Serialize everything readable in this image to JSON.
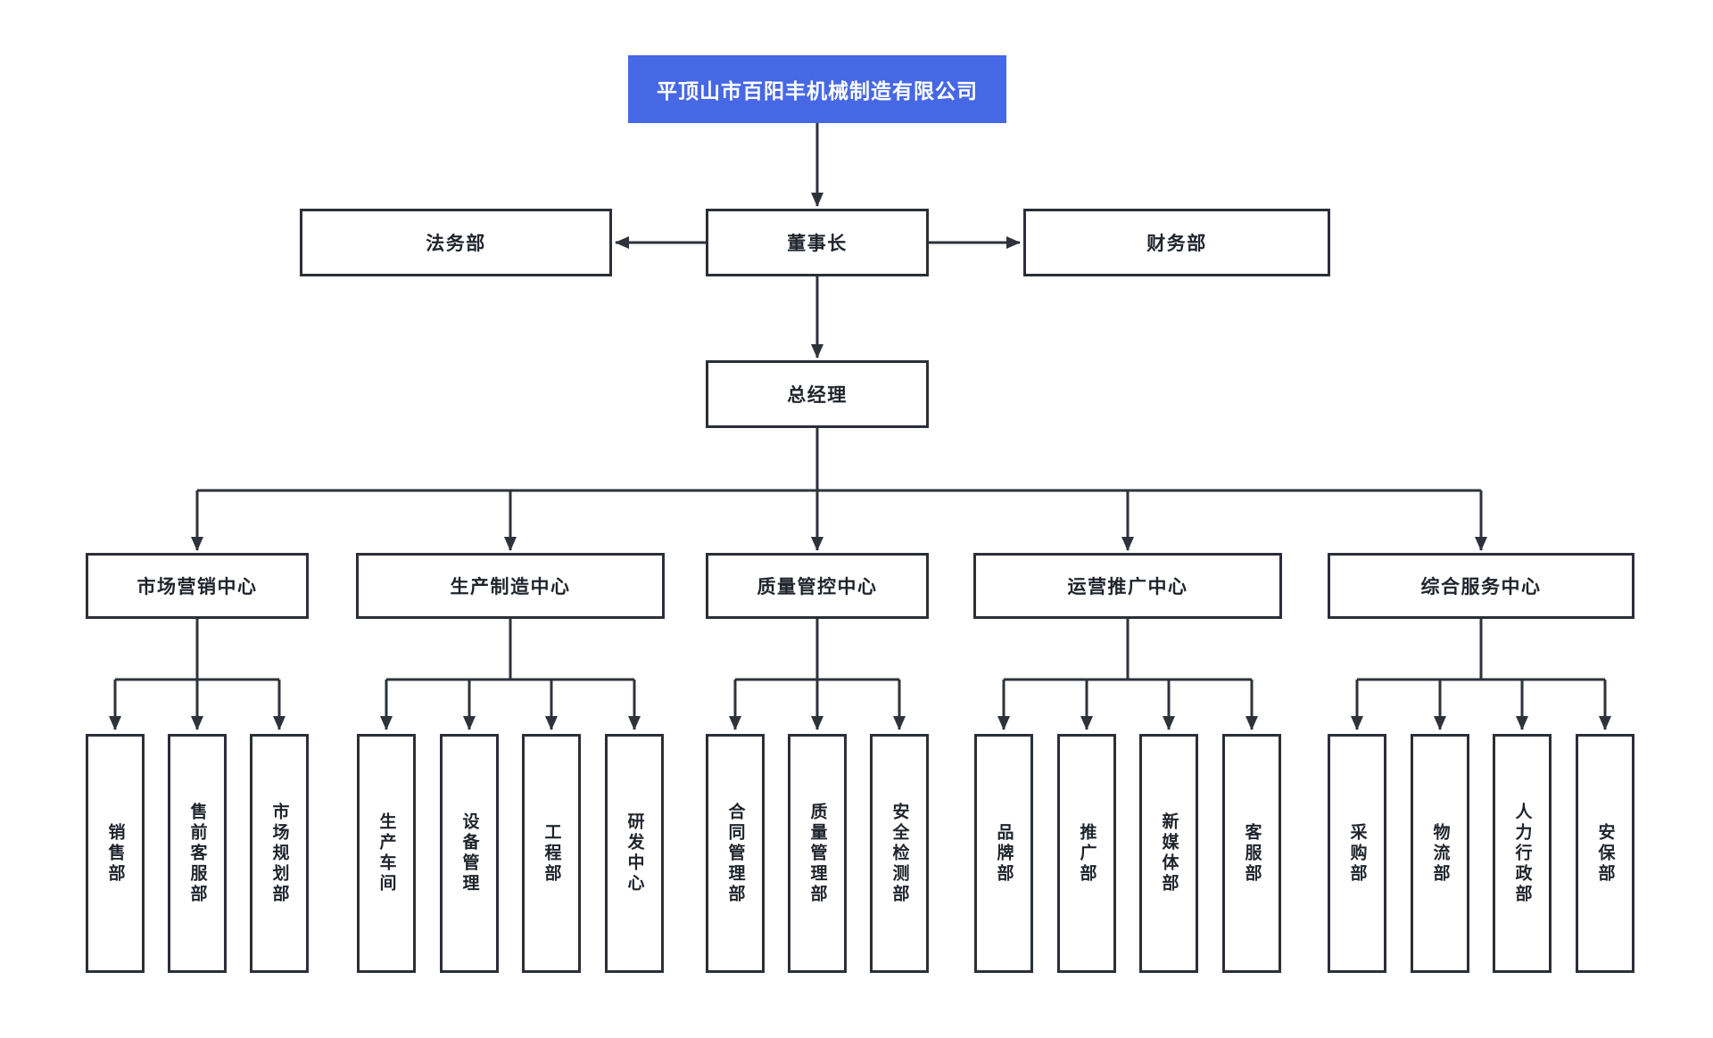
{
  "org": {
    "company": "平顶山市百阳丰机械制造有限公司",
    "chairman": "董事长",
    "legal_dept": "法务部",
    "finance_dept": "财务部",
    "general_manager": "总经理",
    "centers": [
      {
        "label": "市场营销中心",
        "children": [
          "销售部",
          "售前客服部",
          "市场规划部"
        ]
      },
      {
        "label": "生产制造中心",
        "children": [
          "生产车间",
          "设备管理",
          "工程部",
          "研发中心"
        ]
      },
      {
        "label": "质量管控中心",
        "children": [
          "合同管理部",
          "质量管理部",
          "安全检测部"
        ]
      },
      {
        "label": "运营推广中心",
        "children": [
          "品牌部",
          "推广部",
          "新媒体部",
          "客服部"
        ]
      },
      {
        "label": "综合服务中心",
        "children": [
          "采购部",
          "物流部",
          "人力行政部",
          "安保部"
        ]
      }
    ],
    "colors": {
      "accent_blue": "#4768e4",
      "line": "#2e333b",
      "border": "#2a2f38",
      "text": "#1f242c",
      "title_text": "#ffffff"
    }
  }
}
